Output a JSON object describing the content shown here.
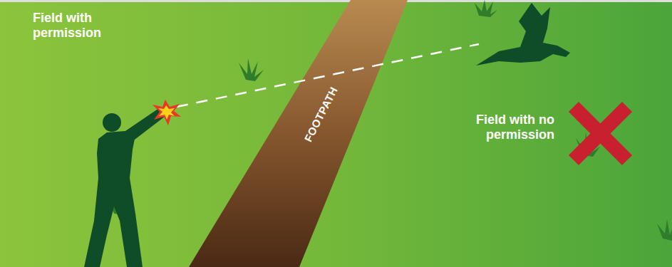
{
  "diagram": {
    "nodes": [
      {
        "text": [
          "FOOTPATH"
        ]
      }
    ],
    "labels": [
      "Field with permission",
      "Field with no permission"
    ]
  }
}
